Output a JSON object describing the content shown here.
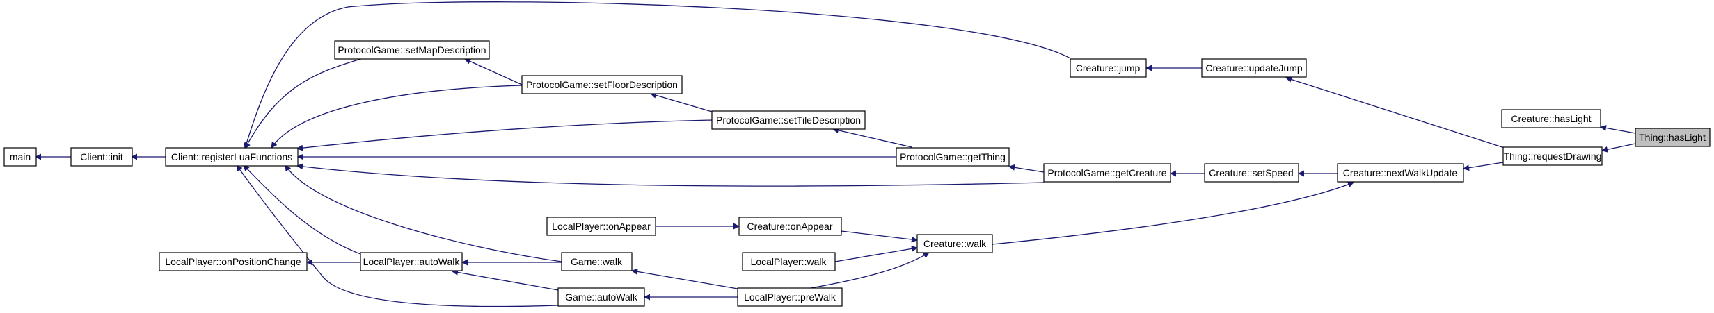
{
  "nodes": {
    "main": "main",
    "client_init": "Client::init",
    "register_lua": "Client::registerLuaFunctions",
    "set_map_desc": "ProtocolGame::setMapDescription",
    "set_floor_desc": "ProtocolGame::setFloorDescription",
    "set_tile_desc": "ProtocolGame::setTileDescription",
    "get_thing": "ProtocolGame::getThing",
    "get_creature": "ProtocolGame::getCreature",
    "creature_jump": "Creature::jump",
    "update_jump": "Creature::updateJump",
    "set_speed": "Creature::setSpeed",
    "next_walk_update": "Creature::nextWalkUpdate",
    "creature_has_light": "Creature::hasLight",
    "request_drawing": "Thing::requestDrawing",
    "thing_has_light": "Thing::hasLight",
    "lp_on_appear": "LocalPlayer::onAppear",
    "creature_on_appear": "Creature::onAppear",
    "creature_walk": "Creature::walk",
    "lp_walk": "LocalPlayer::walk",
    "lp_on_pos_change": "LocalPlayer::onPositionChange",
    "lp_auto_walk": "LocalPlayer::autoWalk",
    "game_walk": "Game::walk",
    "game_auto_walk": "Game::autoWalk",
    "lp_pre_walk": "LocalPlayer::preWalk"
  },
  "colors": {
    "edge": "#191970",
    "node_border": "#000000",
    "current_node_fill": "#bfbfbf"
  }
}
